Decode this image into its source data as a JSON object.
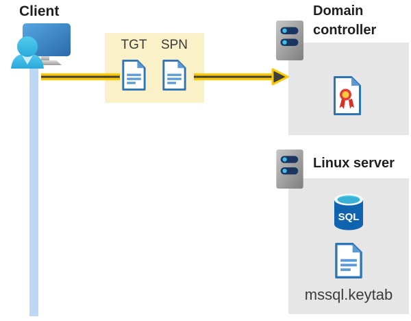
{
  "diagram": {
    "client": {
      "label": "Client"
    },
    "tickets": {
      "tgt_label": "TGT",
      "spn_label": "SPN"
    },
    "domain_controller": {
      "title": "Domain controller"
    },
    "linux_server": {
      "title": "Linux server",
      "sql_label": "SQL",
      "keytab_label": "mssql.keytab"
    },
    "icons": [
      "client-computer-icon",
      "user-icon",
      "tgt-document-icon",
      "spn-document-icon",
      "server-icon",
      "certificate-icon",
      "sql-database-icon",
      "keytab-document-icon",
      "arrow-head-icon"
    ],
    "colors": {
      "highlight_box_yellow": "#FAF1C8",
      "panel_gray": "#E6E6E6",
      "arrow_yellow": "#FFC800",
      "arrow_dark": "#404040",
      "connection_line_blue": "#BDD8F4",
      "document_border_blue": "#2E75B6",
      "document_fill_blue": "#5B9BD5",
      "server_bar_navy": "#1A3660",
      "server_dot_cyan": "#3FBDE8",
      "sql_body_blue": "#1063AE",
      "sql_top_cyan": "#46C7E9",
      "certificate_seal_red": "#D92F27",
      "certificate_seal_gold": "#FFC83D",
      "person_cyan": "#3ABEE6",
      "heading_text": "#1F1F1F",
      "label_text": "#3A3A3A"
    }
  }
}
